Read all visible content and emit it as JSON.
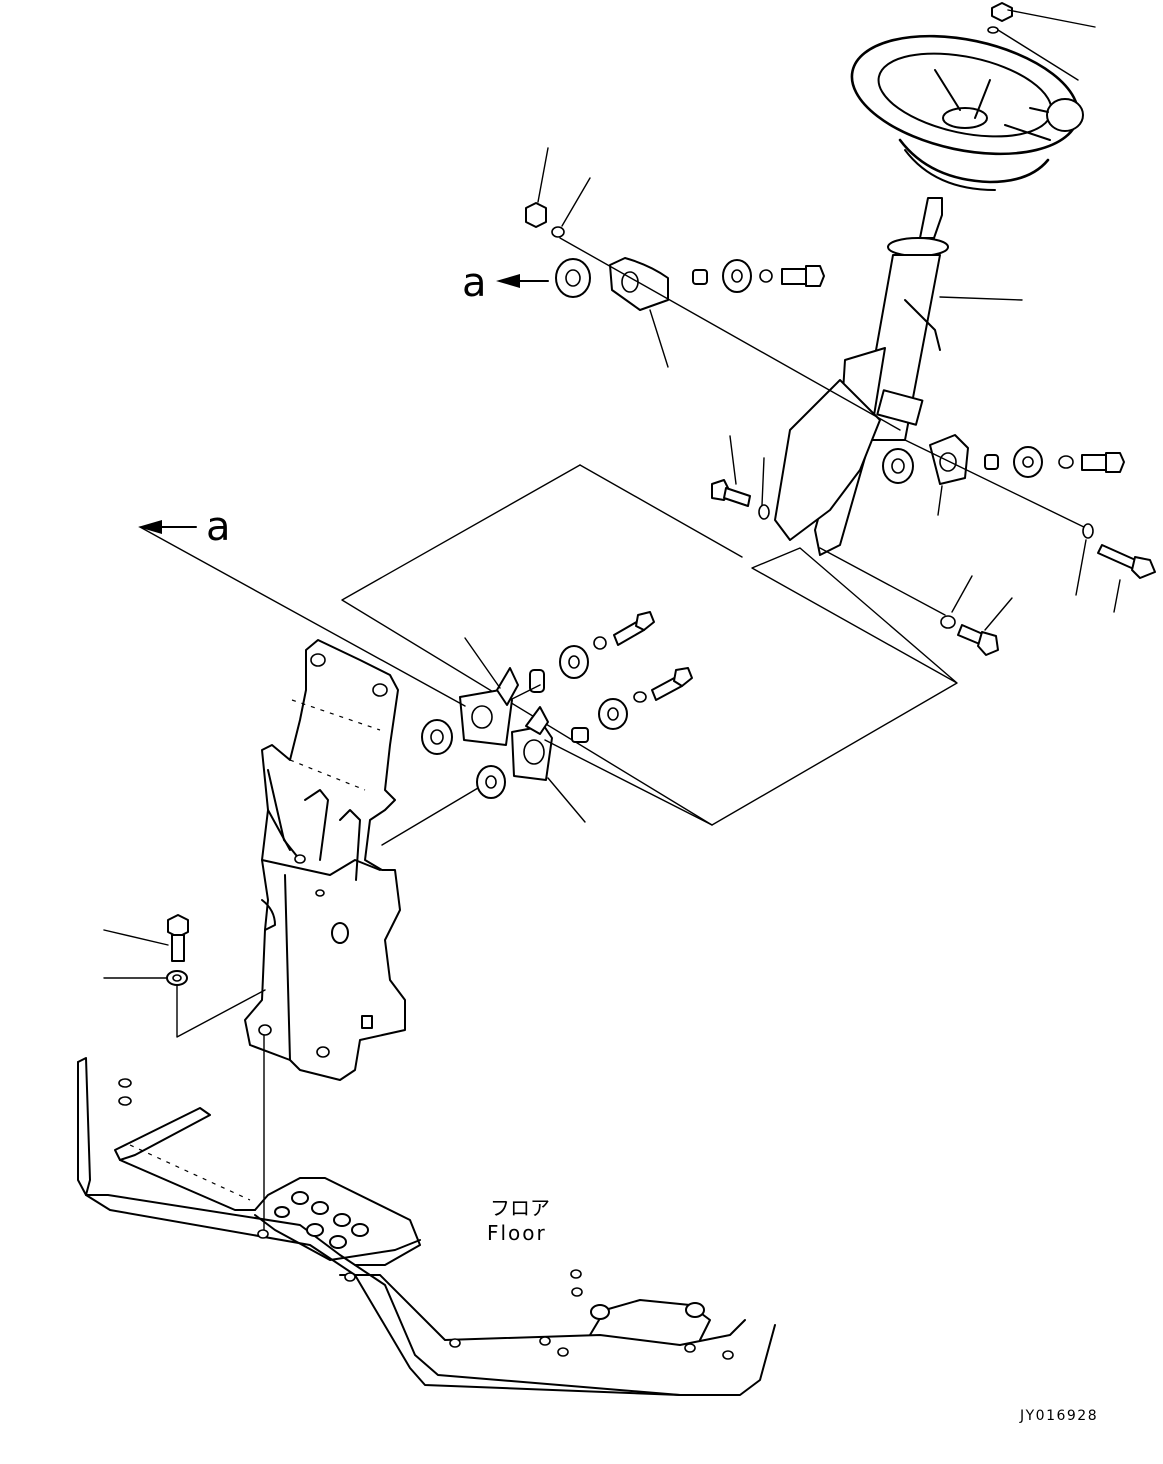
{
  "labels": {
    "ref_a_top": "a",
    "ref_a_left": "a",
    "floor_jp": "フロア",
    "floor_en": "Floor",
    "drawing_code": "JY016928"
  }
}
